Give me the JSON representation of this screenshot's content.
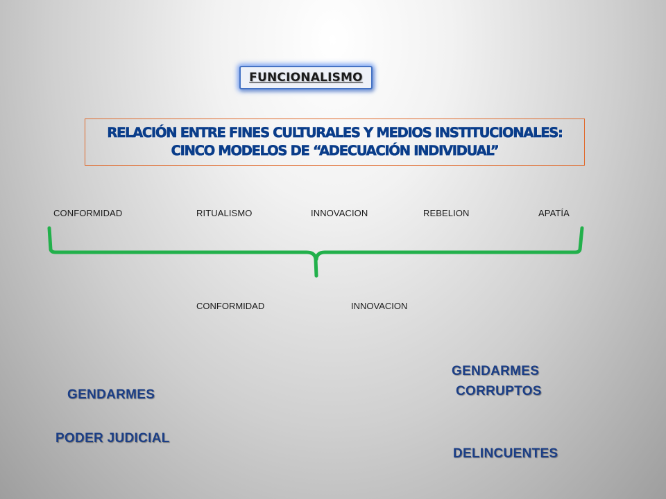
{
  "slide": {
    "title": "FUNCIONALISMO",
    "heading": {
      "line1": "RELACIÓN ENTRE FINES CULTURALES Y MEDIOS INSTITUCIONALES:",
      "line2": "CINCO MODELOS DE “ADECUACIÓN INDIVIDUAL”"
    },
    "models": [
      "CONFORMIDAD",
      "RITUALISMO",
      "INNOVACION",
      "REBELION",
      "APATÍA"
    ],
    "subgroups": [
      "CONFORMIDAD",
      "INNOVACION"
    ],
    "left_outcomes": [
      "GENDARMES",
      "PODER JUDICIAL"
    ],
    "right_outcomes": {
      "line1": "GENDARMES",
      "line2": "CORRUPTOS",
      "line3": "DELINCUENTES"
    }
  },
  "colors": {
    "title_border": "#4472c4",
    "heading_border": "#e06a2c",
    "heading_text": "#0a3d8a",
    "brace": "#22b04b",
    "outcome_text": "#1b3e86"
  }
}
